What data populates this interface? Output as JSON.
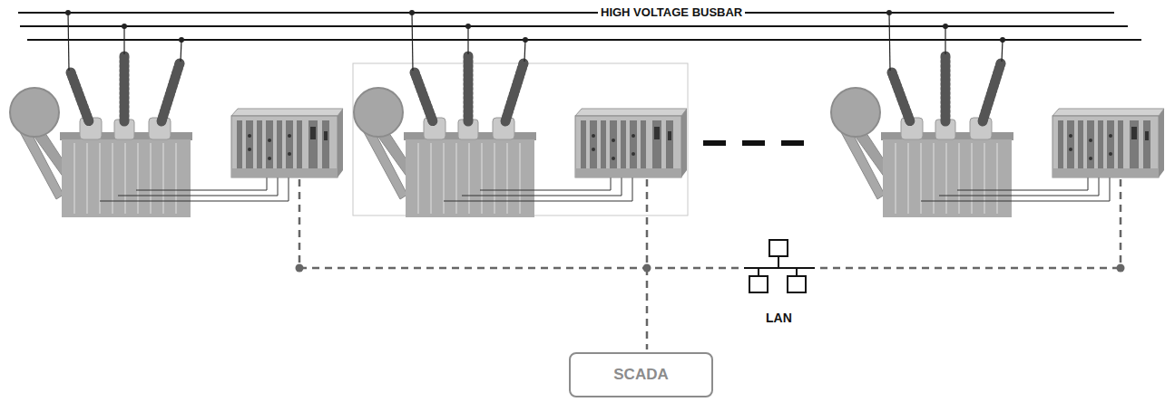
{
  "diagram": {
    "nodes": [
      {
        "text": [
          "SCADA"
        ]
      }
    ],
    "labels": [
      "HIGH VOLTAGE BUSBAR",
      "LAN"
    ]
  }
}
